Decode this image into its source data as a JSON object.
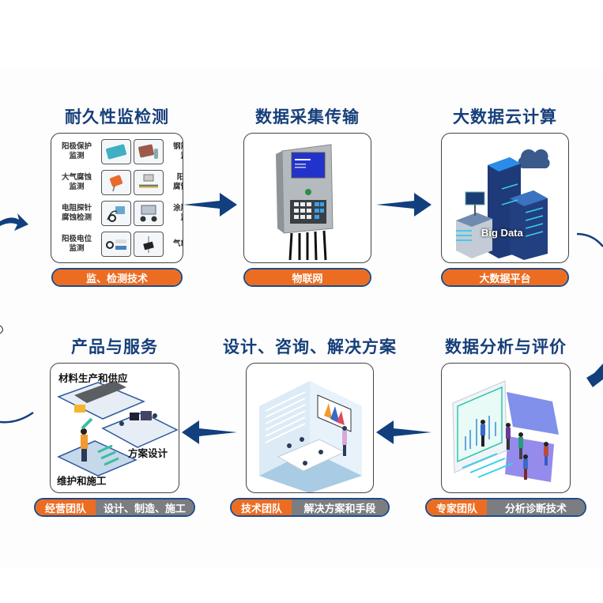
{
  "colors": {
    "title": "#163f7a",
    "pill_orange": "#ec6d22",
    "pill_gray": "#7b7d80",
    "pill_border": "#1e4b8a",
    "arrow": "#123f7d"
  },
  "stages": [
    {
      "id": "monitoring",
      "title": "耐久性监检测",
      "pill": {
        "label": "监、检测技术"
      },
      "items": [
        {
          "left": "阳极保护\n监测",
          "right": "钢筋锈蚀\n监测"
        },
        {
          "left": "大气腐蚀\n监测",
          "right": "阳极梯\n腐蚀监测"
        },
        {
          "left": "电阻探针\n腐蚀检测",
          "right": "涂层阻抗\n监测"
        },
        {
          "left": "阳极电位\n监测",
          "right": "气象监测"
        }
      ]
    },
    {
      "id": "transmission",
      "title": "数据采集传输",
      "pill": {
        "label": "物联网"
      }
    },
    {
      "id": "cloud",
      "title": "大数据云计算",
      "pill": {
        "label": "大数据平台"
      },
      "image_text": "Big Data"
    },
    {
      "id": "analysis",
      "title": "数据分析与评价",
      "pill": {
        "team": "专家团队",
        "label": "分析诊断技术"
      }
    },
    {
      "id": "consulting",
      "title": "设计、咨询、解决方案",
      "pill": {
        "team": "技术团队",
        "label": "解决方案和手段"
      }
    },
    {
      "id": "products",
      "title": "产品与服务",
      "pill": {
        "team": "经营团队",
        "label": "设计、制造、施工"
      },
      "scene_labels": [
        "材料生产和供应",
        "方案设计",
        "维护和施工"
      ]
    }
  ]
}
